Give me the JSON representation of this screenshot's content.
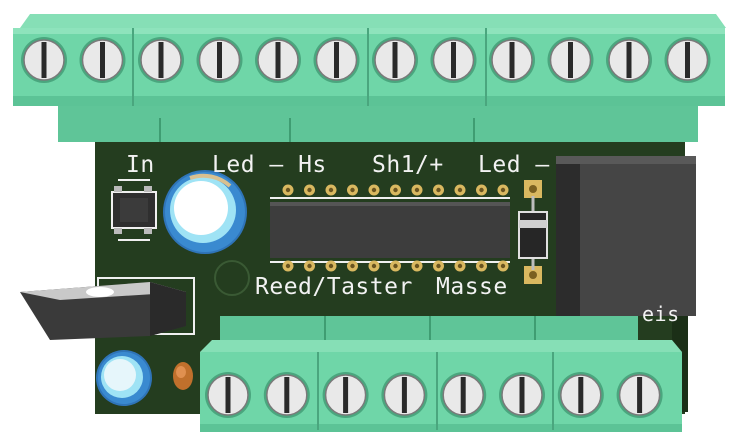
{
  "board": {
    "silkscreen": {
      "in": "In",
      "led_hs": "Led – Hs",
      "sh1": "Sh1/+",
      "led_partial": "Led –",
      "reed": "Reed/Taster",
      "masse": "Masse",
      "edge_fragment": "eis"
    }
  },
  "colors": {
    "pcb": "#243d1f",
    "terminal": "#6fd6a8",
    "terminal_dark": "#4fb488",
    "screw": "#e9e9e9",
    "ic": "#3d3d3d",
    "relay": "#3a3a3a",
    "silk": "#f2f2f2",
    "pad": "#d9b860"
  },
  "components": {
    "top_terminal_screws": 12,
    "bottom_terminal_screws": 8,
    "ic_pins_per_side": 11
  }
}
